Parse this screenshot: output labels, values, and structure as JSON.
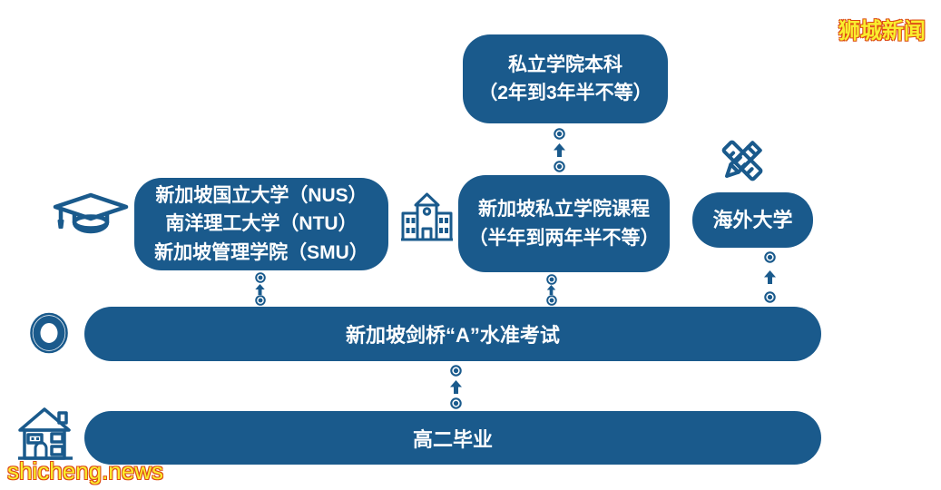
{
  "page": {
    "background": "#ffffff"
  },
  "watermarks": {
    "top_right": "狮城新闻",
    "bottom_left": "shicheng.news"
  },
  "colors": {
    "primary_blue": "#1a5a8c",
    "box_text": "#ffffff",
    "watermark_fill": "#f9ee2e",
    "watermark_outline": "#dd4a14"
  },
  "flowchart": {
    "type": "education-pathway",
    "direction": "bottom-up",
    "boxes": {
      "private_bachelor": {
        "line1": "私立学院本科",
        "line2": "（2年到3年半不等）"
      },
      "public_universities": {
        "line1": "新加坡国立大学（NUS）",
        "line2": "南洋理工大学（NTU）",
        "line3": "新加坡管理学院（SMU）"
      },
      "private_college": {
        "line1": "新加坡私立学院课程",
        "line2": "（半年到两年半不等）"
      },
      "overseas_university": {
        "line1": "海外大学"
      },
      "alevel_exam": {
        "line1": "新加坡剑桥“A”水准考试"
      },
      "senior_two": {
        "line1": "高二毕业"
      }
    },
    "icons": {
      "public_universities": "graduation-cap",
      "private_college": "school-building",
      "overseas_university": "pencil-and-ruler",
      "alevel_exam": "letter-o-ring",
      "senior_two": "house"
    },
    "edges": [
      {
        "from": "高二毕业",
        "to": "新加坡剑桥“A”水准考试"
      },
      {
        "from": "新加坡剑桥“A”水准考试",
        "to": "新加坡国立大学（NUS）／南洋理工大学（NTU）／新加坡管理学院（SMU）"
      },
      {
        "from": "新加坡剑桥“A”水准考试",
        "to": "新加坡私立学院课程（半年到两年半不等）"
      },
      {
        "from": "新加坡剑桥“A”水准考试",
        "to": "海外大学"
      },
      {
        "from": "新加坡私立学院课程（半年到两年半不等）",
        "to": "私立学院本科（2年到3年半不等）"
      }
    ]
  }
}
